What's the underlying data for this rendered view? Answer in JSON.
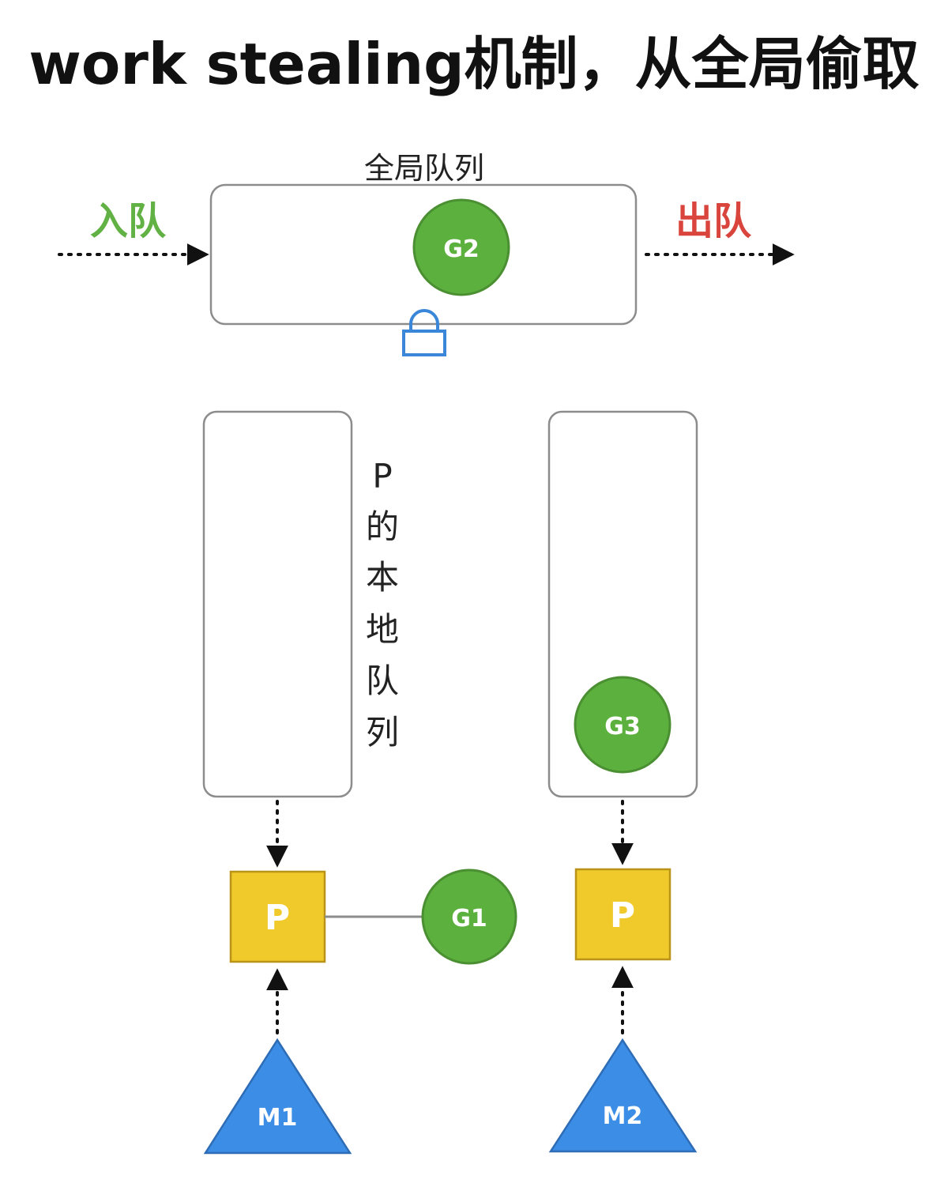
{
  "title": "work stealing机制，从全局偷取",
  "global_queue": {
    "label": "全局队列",
    "enqueue_label": "入队",
    "dequeue_label": "出队",
    "goroutine": "G2"
  },
  "local_queue": {
    "label_chars": [
      "P",
      "的",
      "本",
      "地",
      "队",
      "列"
    ]
  },
  "left_stack": {
    "processor": "P",
    "running_goroutine": "G1",
    "machine": "M1"
  },
  "right_stack": {
    "queued_goroutine": "G3",
    "processor": "P",
    "machine": "M2"
  },
  "colors": {
    "goroutine_green": "#5cb03d",
    "goroutine_border": "#4b8f33",
    "processor_yellow": "#f0c92a",
    "processor_border": "#b99418",
    "machine_blue": "#3b8de5",
    "machine_border": "#2e6cb5",
    "enqueue_green": "#62b145",
    "dequeue_red": "#d9443c",
    "lock_blue": "#3a86d8",
    "box_border": "#8c8c8c"
  }
}
